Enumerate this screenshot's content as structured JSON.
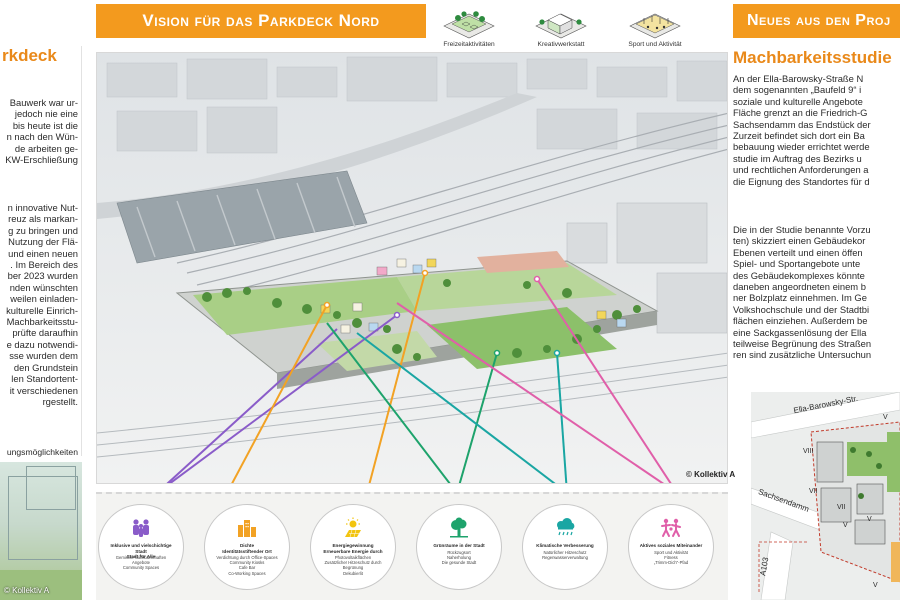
{
  "left_column": {
    "heading": "rkdeck",
    "paragraph1": [
      "Bauwerk war ur-",
      "jedoch nie eine",
      "bis heute ist die",
      "n nach den Wün-",
      "de arbeiten ge-",
      "KW-Erschließung"
    ],
    "paragraph2": [
      "n innovative Nut-",
      "reuz als markan-",
      "g zu bringen und",
      "Nutzung der Flä-",
      "und einen neuen",
      ". Im Bereich des",
      "ber 2023 wurden",
      "nden wünschten",
      "weilen einladen-",
      "kulturelle Einrich-",
      "Machbarkeitsstu-",
      "prüfte daraufhin",
      "e dazu notwendi-",
      "sse wurden dem",
      "den Grundstein",
      "len Standortent-",
      "it verschiedenen",
      "rgestellt."
    ],
    "caption": "ungsmöglichkeiten",
    "photo_credit": "© Kollektiv A"
  },
  "banner_left": "Vision für das Parkdeck Nord",
  "banner_right": "Neues aus den Proj",
  "top_icons": [
    {
      "label": "Freizeitaktivitäten",
      "icon": "leisure-icon"
    },
    {
      "label": "Kreativwerkstatt",
      "icon": "workshop-icon"
    },
    {
      "label": "Sport und Aktivität",
      "icon": "sport-icon"
    }
  ],
  "aerial": {
    "credit": "© Kollektiv A",
    "colors": {
      "purple": "#8a5cc9",
      "orange": "#f2a224",
      "green": "#1ea36c",
      "teal": "#1aa6a3",
      "pink": "#e05fa9"
    }
  },
  "legend": [
    {
      "icon": "community-icon",
      "color": "#8a5cc9",
      "title": [
        "Inklusive und vielschichtige Stadt",
        "Stadt für Alle"
      ],
      "items": [
        "Gemischt Nachbarschaften",
        "Angebote",
        "Community Spaces"
      ]
    },
    {
      "icon": "city-icon",
      "color": "#f2a224",
      "title": [
        "Dichte",
        "Identitätsstiftender Ort"
      ],
      "items": [
        "Verdichtung durch Office-Spaces",
        "Community Kiosks",
        "Cafe Bar",
        "Co-Working Spaces"
      ]
    },
    {
      "icon": "energy-icon",
      "color": "#f2c40f",
      "title": [
        "Energiegewinnung",
        "Erneuerbare Energie durch"
      ],
      "items": [
        "Photovoltaikflächen",
        "Zusätzlicher Hitzeschutz durch",
        "Begrünung",
        "Dekubierlit"
      ]
    },
    {
      "icon": "tree-icon",
      "color": "#1ea36c",
      "title": [
        "Grünräume in der Stadt"
      ],
      "items": [
        "Rückzugsort",
        "Naherholung",
        "Die gesunde Stadt"
      ]
    },
    {
      "icon": "rain-cloud-icon",
      "color": "#1aa6a3",
      "title": [
        "Klimatische Verbesserung"
      ],
      "items": [
        "Natürlicher Hitzeschutz",
        "Regenwasserverwaltung"
      ]
    },
    {
      "icon": "activity-icon",
      "color": "#e05fa9",
      "title": [
        "Aktives soziales Miteinander"
      ],
      "items": [
        "Sport und Aktivität",
        "Fitness",
        "„Trimm-Dich\"-Pfad"
      ]
    }
  ],
  "right_column": {
    "heading": "Machbarkeitsstudie",
    "paragraph1": [
      "An der Ella-Barowsky-Straße N",
      "dem sogenannten „Baufeld 9“ i",
      "soziale und kulturelle Angebote",
      "Fläche grenzt an die Friedrich-G",
      "Sachsendamm das Endstück der",
      "Zurzeit befindet sich dort ein Ba",
      "bebauung wieder errichtet werde",
      "studie im Auftrag des Bezirks u",
      "und rechtlichen Anforderungen a",
      "die Eignung des Standortes für d"
    ],
    "paragraph2": [
      "Die in der Studie benannte Vorzu",
      "ten) skizziert einen Gebäudekor",
      "Ebenen verteilt und einen öffen",
      "Spiel- und Sportangebote unte",
      "des Gebäudekomplexes könnte",
      "daneben angeordneten einem b",
      "ner Bolzplatz einnehmen. Im Ge",
      "Volkshochschule und der Stadtbi",
      "flächen einziehen. Außerdem be",
      "eine Sackgassenlösung der Ella",
      "teilweise Begrünung des Straßen",
      "ren sind zusätzliche Untersuchun"
    ],
    "map": {
      "street_top": "Ella-Barowsky-Str.",
      "street_bottom": "Sachsendamm",
      "road": "A103",
      "storeys": [
        "V",
        "VIII",
        "VII",
        "VII",
        "V",
        "V",
        "V"
      ]
    }
  }
}
